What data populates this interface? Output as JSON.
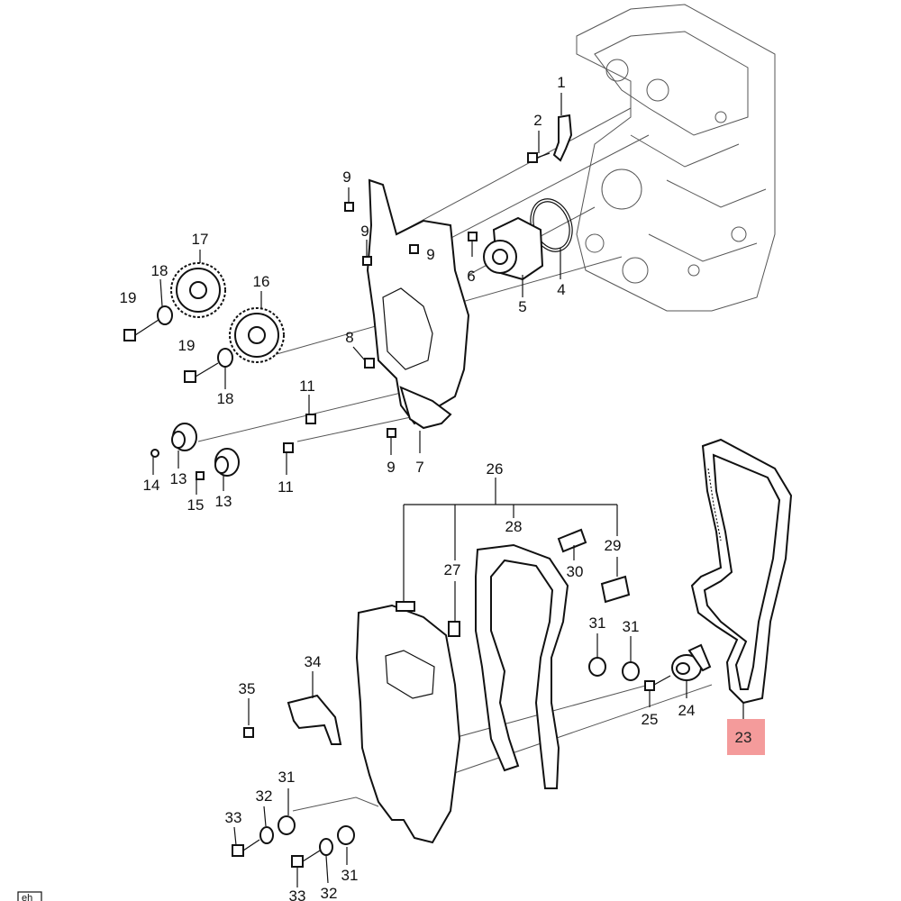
{
  "callouts": {
    "c1": "1",
    "c2": "2",
    "c4": "4",
    "c5": "5",
    "c6": "6",
    "c7": "7",
    "c8": "8",
    "c9a": "9",
    "c9b": "9",
    "c9c": "9",
    "c9d": "9",
    "c11a": "11",
    "c11b": "11",
    "c13a": "13",
    "c13b": "13",
    "c14": "14",
    "c15": "15",
    "c16": "16",
    "c17": "17",
    "c18a": "18",
    "c18b": "18",
    "c19a": "19",
    "c19b": "19",
    "c23": "23",
    "c24": "24",
    "c25": "25",
    "c26": "26",
    "c27": "27",
    "c28": "28",
    "c29": "29",
    "c30": "30",
    "c31a": "31",
    "c31b": "31",
    "c31c": "31",
    "c31d": "31",
    "c32a": "32",
    "c32b": "32",
    "c33a": "33",
    "c33b": "33",
    "c34": "34",
    "c35": "35"
  },
  "highlight": {
    "part_number": "23",
    "color": "#f07a7a"
  },
  "corner_mark": "eh"
}
